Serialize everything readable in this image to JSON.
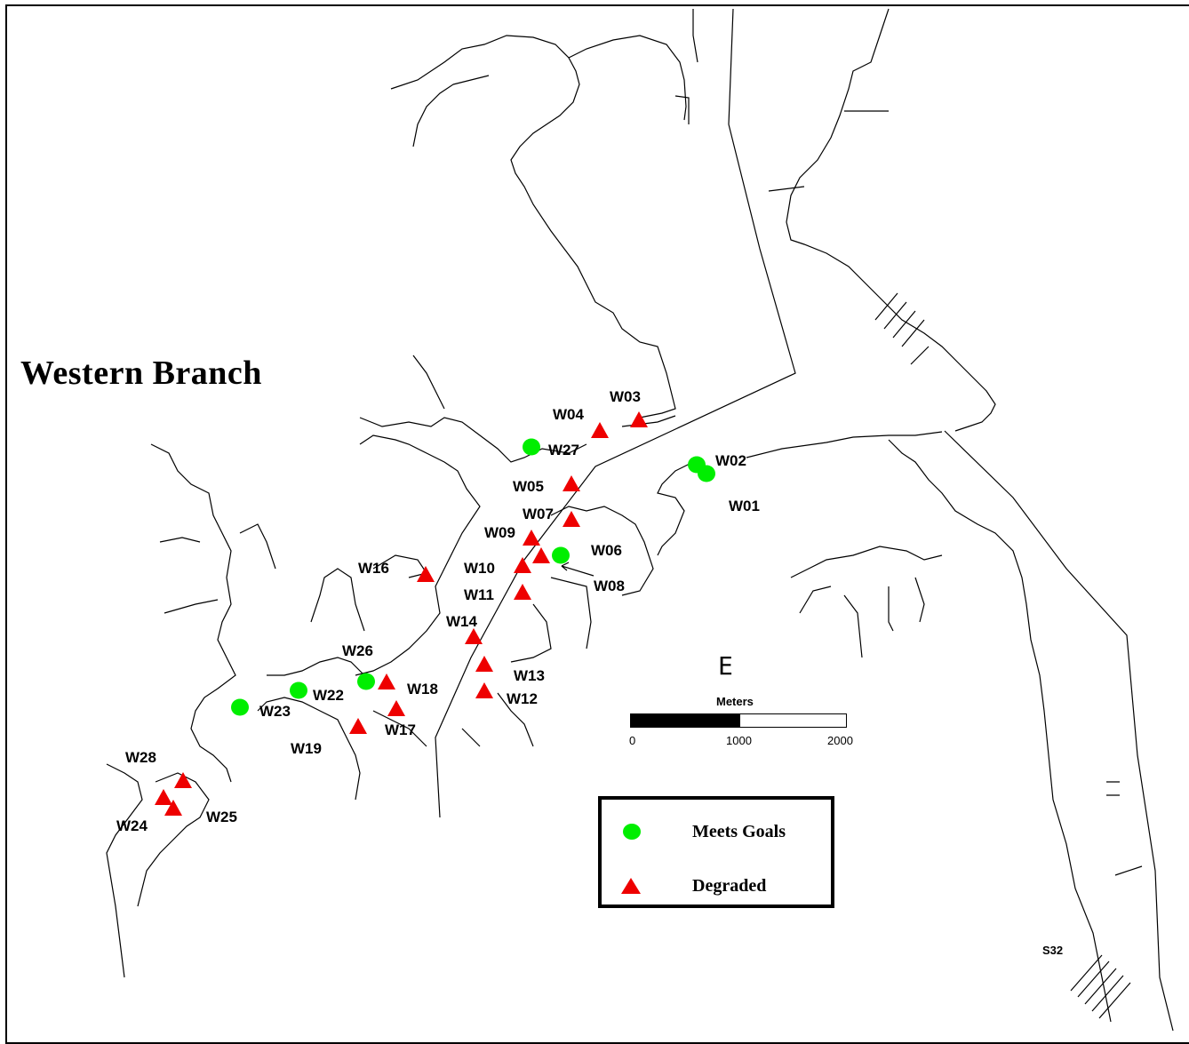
{
  "title": "Western Branch",
  "legend": {
    "meets_label": "Meets Goals",
    "degraded_label": "Degraded",
    "meets_color": "#00ee00",
    "degraded_color": "#ee0000"
  },
  "scale": {
    "title": "Meters",
    "ticks": [
      "0",
      "1000",
      "2000"
    ]
  },
  "north_glyph": "E",
  "station_label_extra": "S32",
  "stations": [
    {
      "id": "W01",
      "status": "meets"
    },
    {
      "id": "W02",
      "status": "meets"
    },
    {
      "id": "W03",
      "status": "degraded"
    },
    {
      "id": "W04",
      "status": "degraded"
    },
    {
      "id": "W05",
      "status": "degraded"
    },
    {
      "id": "W06",
      "status": "meets"
    },
    {
      "id": "W07",
      "status": "degraded"
    },
    {
      "id": "W08",
      "status": "degraded"
    },
    {
      "id": "W09",
      "status": "degraded"
    },
    {
      "id": "W10",
      "status": "degraded"
    },
    {
      "id": "W11",
      "status": "degraded"
    },
    {
      "id": "W12",
      "status": "degraded"
    },
    {
      "id": "W13",
      "status": "degraded"
    },
    {
      "id": "W14",
      "status": "degraded"
    },
    {
      "id": "W16",
      "status": "degraded"
    },
    {
      "id": "W17",
      "status": "degraded"
    },
    {
      "id": "W18",
      "status": "degraded"
    },
    {
      "id": "W19",
      "status": "degraded"
    },
    {
      "id": "W22",
      "status": "meets"
    },
    {
      "id": "W23",
      "status": "meets"
    },
    {
      "id": "W24",
      "status": "degraded"
    },
    {
      "id": "W25",
      "status": "degraded"
    },
    {
      "id": "W26",
      "status": "meets"
    },
    {
      "id": "W27",
      "status": "meets"
    },
    {
      "id": "W28",
      "status": "degraded"
    }
  ]
}
